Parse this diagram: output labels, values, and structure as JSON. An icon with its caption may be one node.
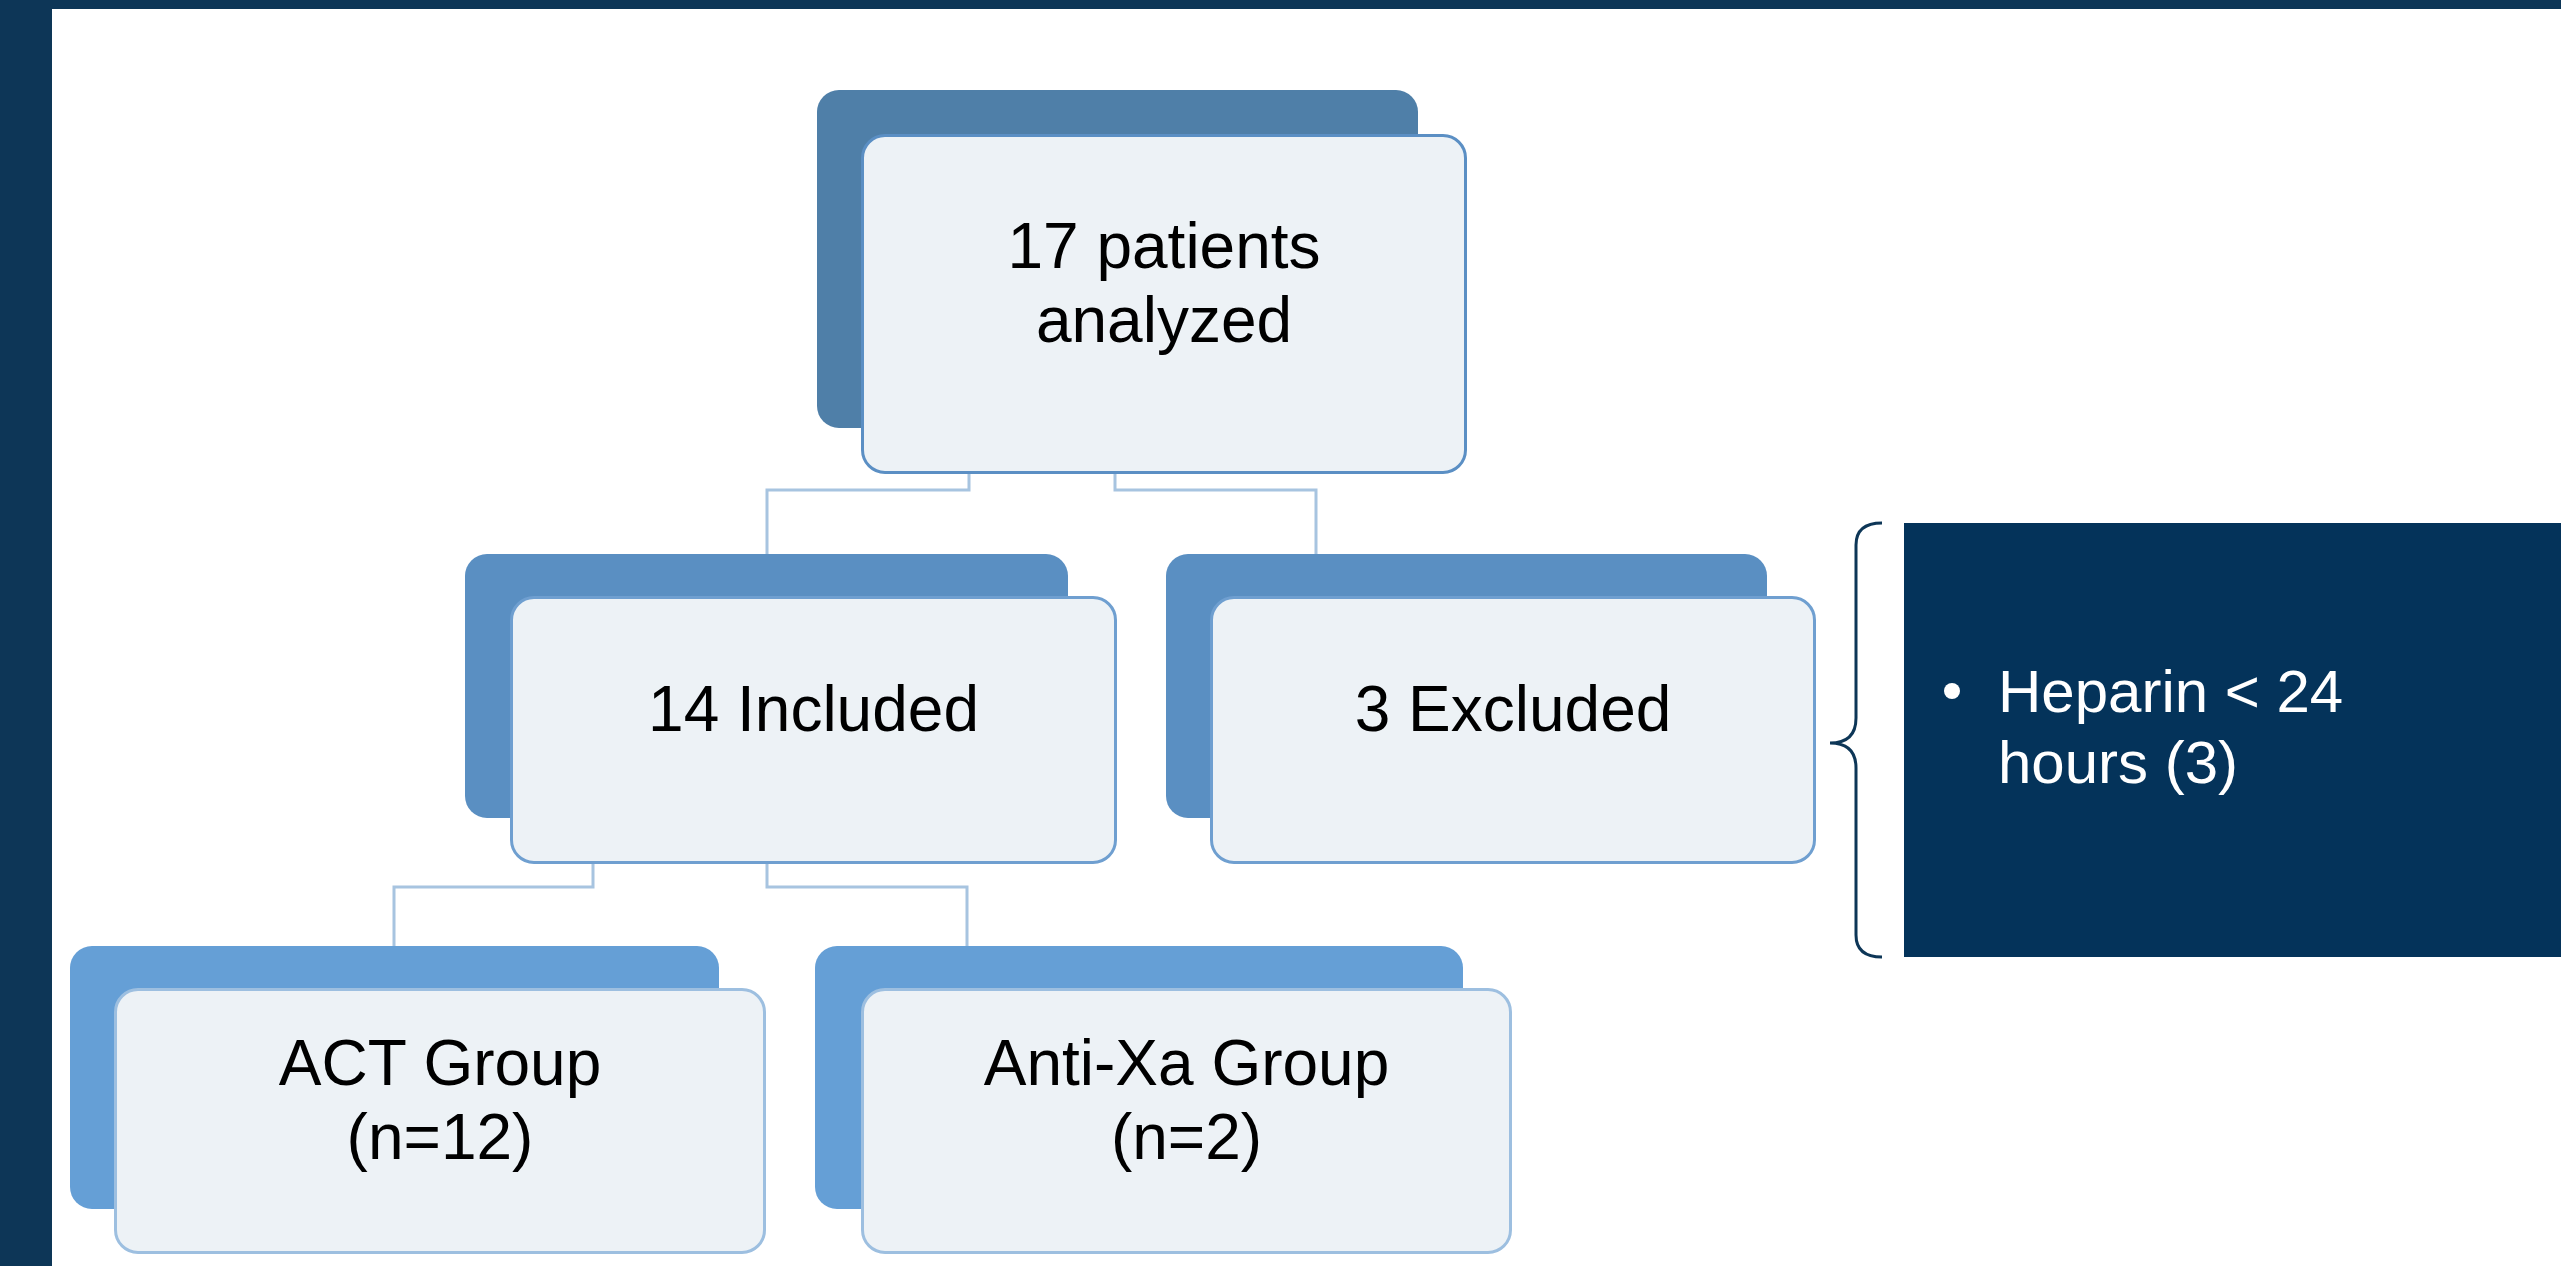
{
  "diagram": {
    "nodes": [
      {
        "text": [
          "17 patients analyzed"
        ]
      },
      {
        "text": [
          "14 Included"
        ]
      },
      {
        "text": [
          "3 Excluded"
        ]
      },
      {
        "text": [
          "ACT Group (n=12)"
        ]
      },
      {
        "text": [
          "Anti-Xa Group (n=2)"
        ]
      },
      {
        "text": [
          "Heparin < 24 hours (3)"
        ]
      }
    ],
    "edges": [
      {
        "from": 0,
        "to": 1,
        "arrow": "none"
      },
      {
        "from": 0,
        "to": 2,
        "arrow": "none"
      },
      {
        "from": 1,
        "to": 3,
        "arrow": "none"
      },
      {
        "from": 1,
        "to": 4,
        "arrow": "none"
      }
    ]
  }
}
